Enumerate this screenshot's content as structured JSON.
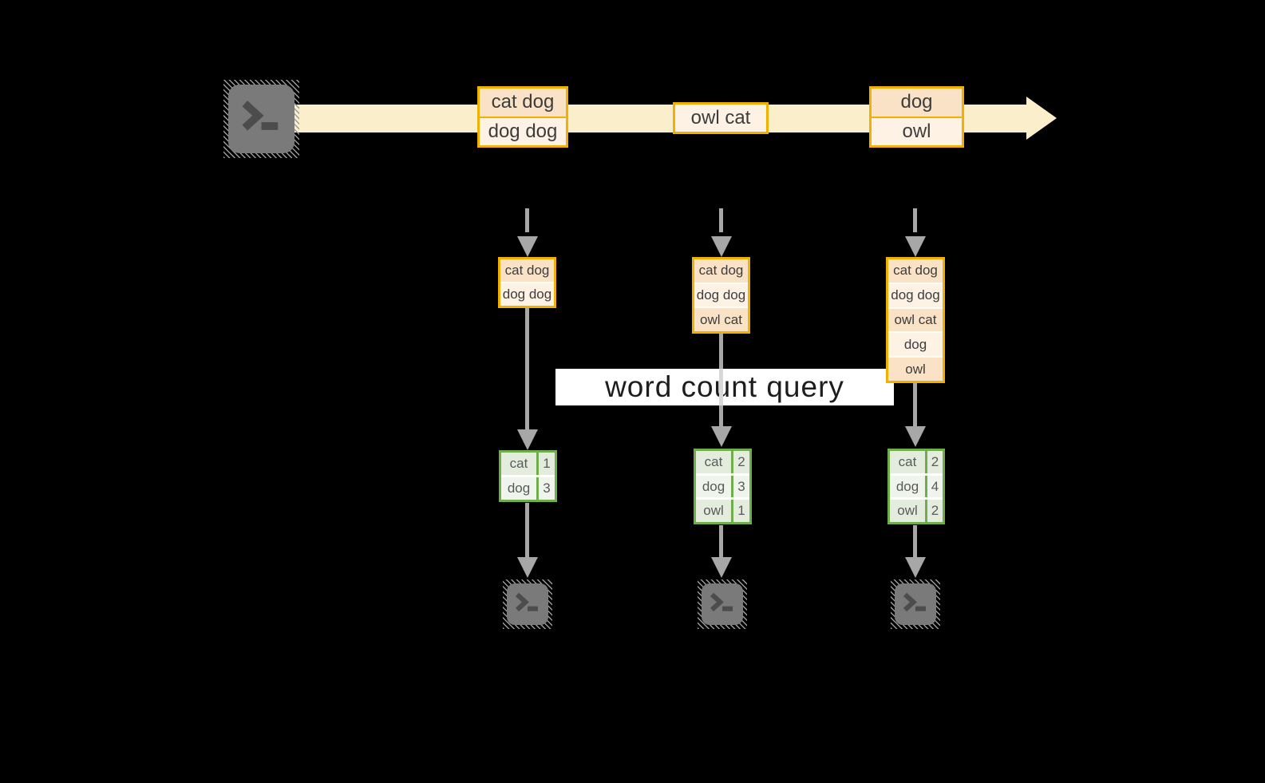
{
  "query_band": {
    "label": "word count query",
    "background": "#ffffff",
    "text_color": "#1d1d1d"
  },
  "stream": {
    "batches": [
      {
        "rows": [
          "cat dog",
          "dog dog"
        ]
      },
      {
        "rows": [
          "owl cat"
        ]
      },
      {
        "rows": [
          "dog",
          "owl"
        ]
      }
    ]
  },
  "state_buffers": [
    {
      "rows": [
        "cat dog",
        "dog dog"
      ]
    },
    {
      "rows": [
        "cat dog",
        "dog dog",
        "owl cat"
      ]
    },
    {
      "rows": [
        "cat dog",
        "dog dog",
        "owl cat",
        "dog",
        "owl"
      ]
    }
  ],
  "count_tables": [
    {
      "rows": [
        {
          "word": "cat",
          "count": "1"
        },
        {
          "word": "dog",
          "count": "3"
        }
      ]
    },
    {
      "rows": [
        {
          "word": "cat",
          "count": "2"
        },
        {
          "word": "dog",
          "count": "3"
        },
        {
          "word": "owl",
          "count": "1"
        }
      ]
    },
    {
      "rows": [
        {
          "word": "cat",
          "count": "2"
        },
        {
          "word": "dog",
          "count": "4"
        },
        {
          "word": "owl",
          "count": "2"
        }
      ]
    }
  ],
  "icons": {
    "source": "terminal-icon",
    "sinks": [
      "terminal-icon",
      "terminal-icon",
      "terminal-icon"
    ],
    "stream_arrow": "right-arrow",
    "flow_arrows": "down-arrow"
  },
  "colors": {
    "background": "#000000",
    "stream_band": "#fbeeca",
    "record_border": "#f0b102",
    "record_fill_peach": "#f9e2c6",
    "record_fill_cream": "#fdf2e3",
    "table_border": "#6fae4a",
    "table_fill_a": "#e4ecdd",
    "table_fill_b": "#eff4ec",
    "arrow_gray": "#a7a7a7",
    "terminal_gray": "#7a7a7a",
    "record_text": "#3d3d3d",
    "table_text": "#5a5a5a"
  }
}
